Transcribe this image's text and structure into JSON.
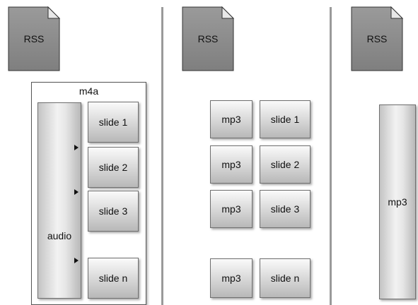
{
  "columns": [
    {
      "rss_label": "RSS",
      "container_label": "m4a",
      "audio_label": "audio",
      "slides": [
        "slide 1",
        "slide 2",
        "slide 3",
        "slide n"
      ]
    },
    {
      "rss_label": "RSS",
      "rows": [
        {
          "left": "mp3",
          "right": "slide 1"
        },
        {
          "left": "mp3",
          "right": "slide 2"
        },
        {
          "left": "mp3",
          "right": "slide 3"
        },
        {
          "left": "mp3",
          "right": "slide n"
        }
      ]
    },
    {
      "rss_label": "RSS",
      "mp3_label": "mp3"
    }
  ],
  "colors": {
    "separator": "#9a9a9a",
    "doc_fill": "#8e8e8e",
    "box_border": "#6f6f6f"
  }
}
